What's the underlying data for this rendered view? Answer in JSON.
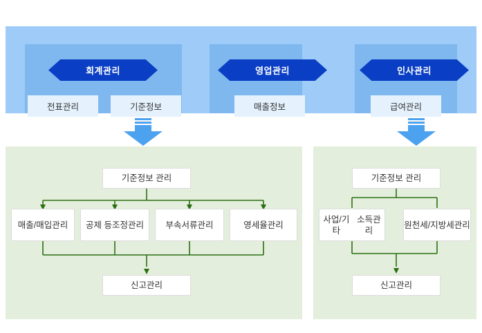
{
  "colors": {
    "banner_outer": "#9ecbf8",
    "banner_inner": "#7eb8ee",
    "hex_tab": "#0a3ec4",
    "sub_box": "#e5f2fd",
    "arrow_blue": "#4da2ef",
    "panel_green": "#e4eedc",
    "connector_green": "#2a7012",
    "node_bg": "#ffffff",
    "node_border": "#dcdcdc",
    "text": "#333333"
  },
  "top_banner": {
    "groups": [
      {
        "tab_label": "회계관리",
        "sub_boxes": [
          "전표관리",
          "기준정보"
        ]
      },
      {
        "tab_label": "영업관리",
        "sub_boxes": [
          "매출정보"
        ]
      },
      {
        "tab_label": "인사관리",
        "sub_boxes": [
          "급여관리"
        ]
      }
    ]
  },
  "arrows": [
    {
      "name": "down-arrow-left",
      "direction": "down"
    },
    {
      "name": "down-arrow-right",
      "direction": "down"
    }
  ],
  "left_panel": {
    "top_node": "기준정보 관리",
    "child_nodes": [
      "매출/\n매입관리",
      "공제 등\n조정관리",
      "부속서류\n관리",
      "영세율\n관리"
    ],
    "child_nodes_lines": [
      [
        "매출/",
        "매입관리"
      ],
      [
        "공제 등",
        "조정관리"
      ],
      [
        "부속서류",
        "관리"
      ],
      [
        "영세율",
        "관리"
      ]
    ],
    "bottom_node": "신고관리"
  },
  "right_panel": {
    "top_node": "기준정보 관리",
    "child_nodes_lines": [
      [
        "사업/기타",
        "소득관리"
      ],
      [
        "원천세/",
        "지방세관리"
      ]
    ],
    "bottom_node": "신고관리"
  }
}
